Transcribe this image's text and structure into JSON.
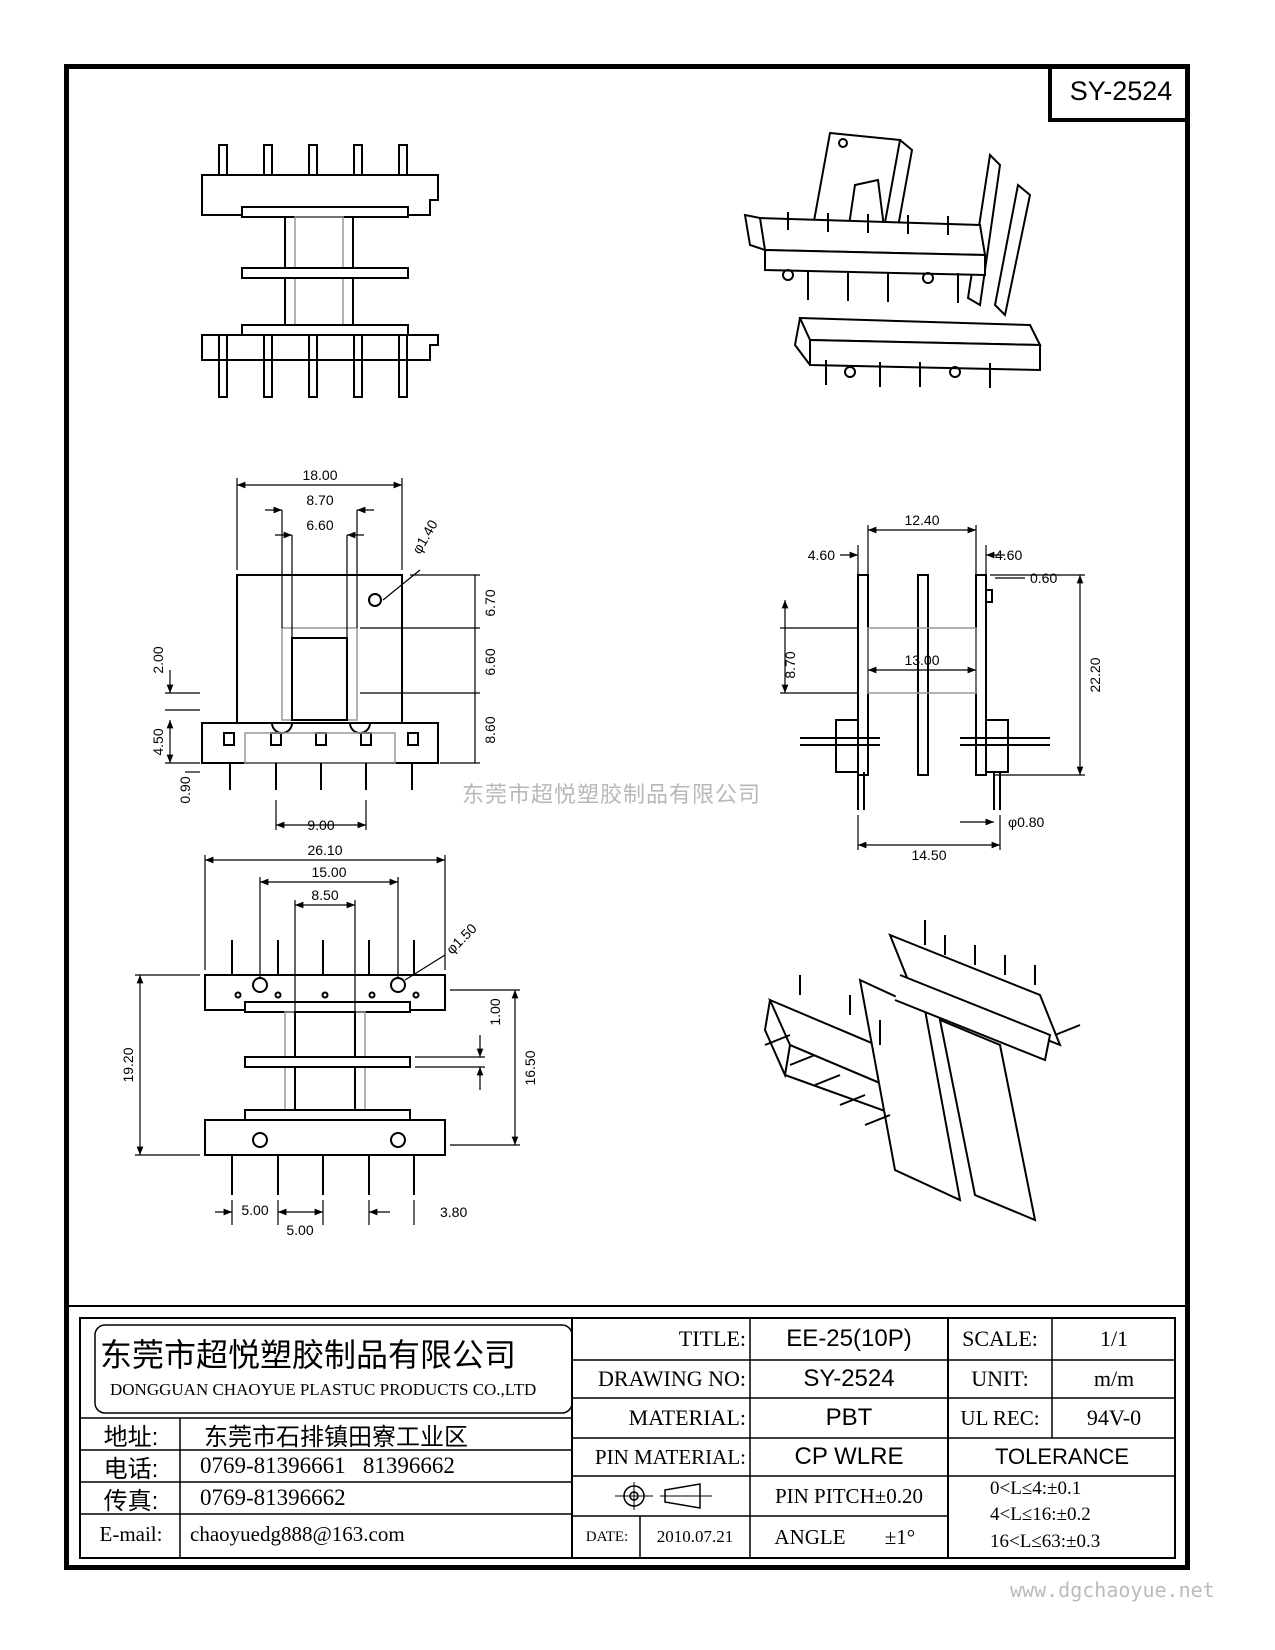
{
  "drawing_code": "SY-2524",
  "watermark": "东莞市超悦塑胶制品有限公司",
  "website": "www.dgchaoyue.net",
  "dimensions": {
    "top_w1": "18.00",
    "top_w2": "8.70",
    "top_w3": "6.60",
    "hole1": "φ1.40",
    "v_670": "6.70",
    "v_660": "6.60",
    "v_860": "8.60",
    "v_200": "2.00",
    "v_450": "4.50",
    "v_090": "0.90",
    "b_900": "9.00",
    "side_1240": "12.40",
    "side_460a": "4.60",
    "side_460b": "4.60",
    "side_060": "0.60",
    "side_870": "8.70",
    "side_1300": "13.00",
    "side_2220": "22.20",
    "side_1450": "14.50",
    "side_pin": "φ0.80",
    "bot_2610": "26.10",
    "bot_1500": "15.00",
    "bot_850": "8.50",
    "hole2": "φ1.50",
    "v_1920": "19.20",
    "v_100": "1.00",
    "v_1650": "16.50",
    "p_500a": "5.00",
    "p_500b": "5.00",
    "p_380": "3.80"
  },
  "title_block": {
    "company_cn": "东莞市超悦塑胶制品有限公司",
    "company_en": "DONGGUAN CHAOYUE PLASTUC PRODUCTS CO.,LTD",
    "address_label": "地址:",
    "address": "东莞市石排镇田寮工业区",
    "phone_label": "电话:",
    "phone": "0769-81396661   81396662",
    "fax_label": "传真:",
    "fax": "0769-81396662",
    "email_label": "E-mail:",
    "email": "chaoyuedg888@163.com",
    "title_label": "TITLE:",
    "title": "EE-25(10P)",
    "drawing_no_label": "DRAWING NO:",
    "drawing_no": "SY-2524",
    "material_label": "MATERIAL:",
    "material": "PBT",
    "pin_material_label": "PIN MATERIAL:",
    "pin_material": "CP WLRE",
    "date_label": "DATE:",
    "date": "2010.07.21",
    "pin_pitch": "PIN PITCH±0.20",
    "angle_label": "ANGLE",
    "angle": "±1°",
    "scale_label": "SCALE:",
    "scale": "1/1",
    "unit_label": "UNIT:",
    "unit": "m/m",
    "ul_label": "UL REC:",
    "ul": "94V-0",
    "tolerance_label": "TOLERANCE",
    "tol1": "0<L≤4:±0.1",
    "tol2": "4<L≤16:±0.2",
    "tol3": "16<L≤63:±0.3"
  }
}
